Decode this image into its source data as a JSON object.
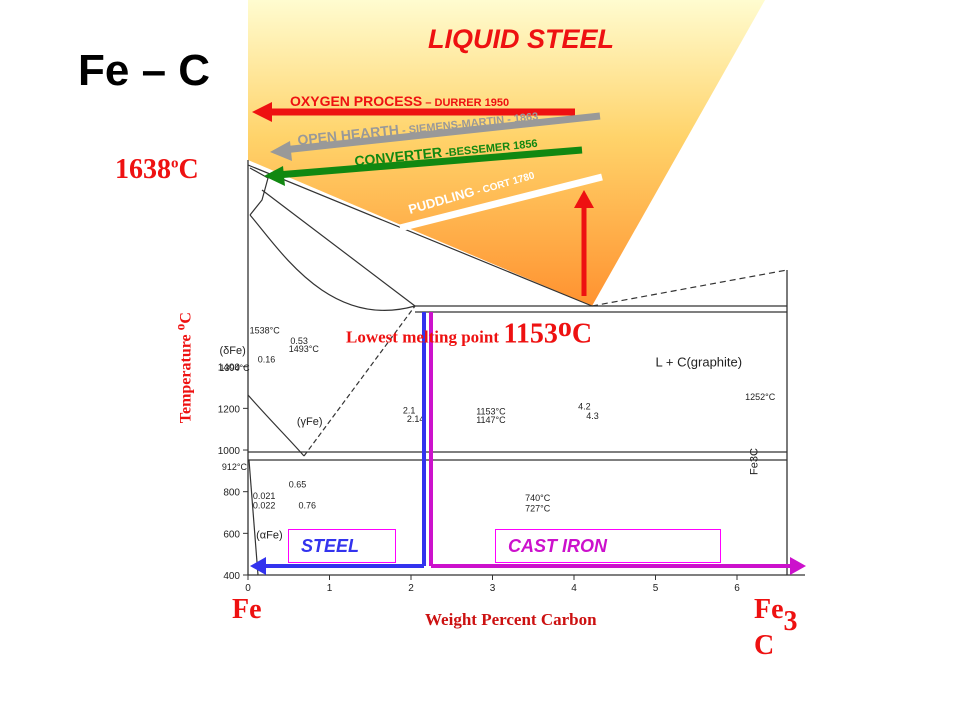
{
  "title": "Fe – C",
  "liquid_label": "LIQUID STEEL",
  "melting_point": {
    "value": "1638",
    "unit": "C"
  },
  "lowest_melting": {
    "text": "Lowest melting point",
    "value": "1153",
    "unit": "C"
  },
  "y_axis_label": {
    "text": "Temperature ",
    "unit": "C"
  },
  "x_axis_label": "Weight Percent Carbon",
  "left_end_label": "Fe",
  "right_end_label": {
    "main": "Fe",
    "sub": "3",
    "tail": "C"
  },
  "boxes": {
    "steel": "STEEL",
    "cast_iron": "CAST IRON"
  },
  "processes": [
    {
      "name": "OXYGEN PROCESS",
      "detail": " – DURRER 1950",
      "color": "#ee1111"
    },
    {
      "name": "OPEN HEARTH",
      "detail": " - SIEMENS-MARTIN - 1863",
      "color": "#999999"
    },
    {
      "name": "CONVERTER",
      "detail": " -BESSEMER 1856",
      "color": "#118811"
    },
    {
      "name": "PUDDLING",
      "detail": " - CORT 1780",
      "color": "#ffffff"
    }
  ],
  "chart_data": {
    "type": "diagram",
    "x_ticks": [
      "0",
      "1",
      "2",
      "3",
      "4",
      "5",
      "6"
    ],
    "y_ticks": [
      "400",
      "600",
      "800",
      "1000",
      "1200",
      "1400"
    ],
    "xlim": [
      0,
      6.7
    ],
    "ylim": [
      400,
      1600
    ],
    "annotations": {
      "t1538": "1538°C",
      "t1394": "1394°C",
      "t1493": "1493°C",
      "t912": "912°C",
      "t1252": "1252°C",
      "t1153": "1153°C",
      "t1147": "1147°C",
      "t740": "740°C",
      "t727": "727°C",
      "c016": "0.16",
      "c053": "0.53",
      "c2_1": "2.1",
      "c2_14": "2.14",
      "c4_2": "4.2",
      "c4_3": "4.3",
      "c065": "0.65",
      "c021": "0.021",
      "c022": "0.022",
      "c076": "0.76",
      "phase_delta": "(δFe)",
      "phase_gamma": "(γFe)",
      "phase_alpha": "(αFe)",
      "phase_liquid_graphite": "L + C(graphite)",
      "phase_fe3c": "Fe3C"
    },
    "colors": {
      "liquid_top": "#fffcd0",
      "liquid_bottom": "#ff9a3c",
      "steel": "#3333ee",
      "cast_iron": "#cc11cc",
      "accent": "#ee1111"
    }
  }
}
